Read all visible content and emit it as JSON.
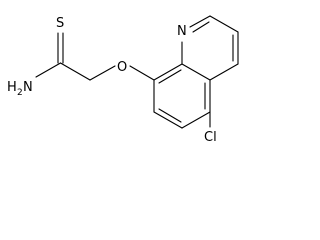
{
  "molecule": {
    "atoms": {
      "sulfur": "S",
      "amide_n": "H",
      "amide_n_sub": "2",
      "amide_n2": "N",
      "ether_o": "O",
      "ring_n": "N",
      "chlorine": "Cl"
    }
  }
}
